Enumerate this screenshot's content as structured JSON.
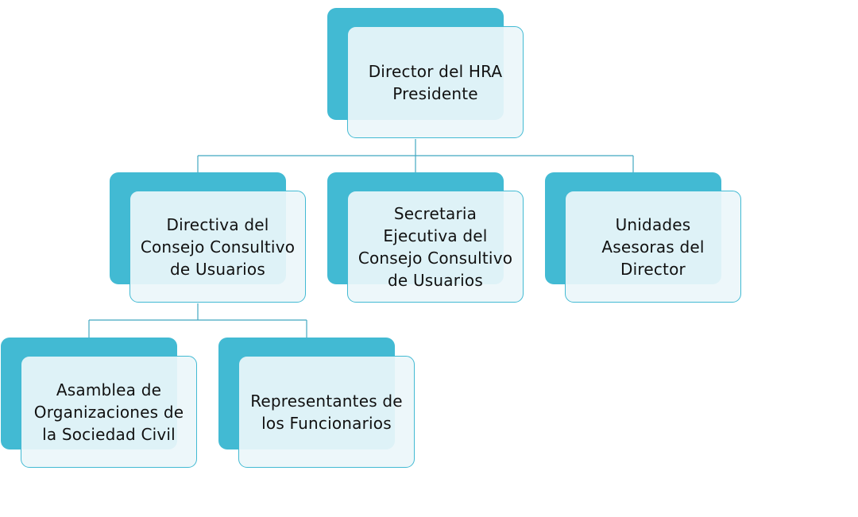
{
  "org_chart": {
    "colors": {
      "accent": "#42bad3",
      "box_fill": "#ebf6fa",
      "connector": "#42a8c0",
      "text": "#111111"
    },
    "nodes": {
      "director": {
        "label": "Director del HRA\nPresidente"
      },
      "directiva": {
        "label": "Directiva del\nConsejo Consultivo\nde Usuarios"
      },
      "secretaria": {
        "label": "Secretaria\nEjecutiva del\nConsejo Consultivo\nde Usuarios"
      },
      "unidades": {
        "label": "Unidades\nAsesoras del\nDirector"
      },
      "asamblea": {
        "label": "Asamblea de\nOrganizaciones de\nla Sociedad Civil"
      },
      "representantes": {
        "label": "Representantes de\nlos Funcionarios"
      }
    }
  }
}
